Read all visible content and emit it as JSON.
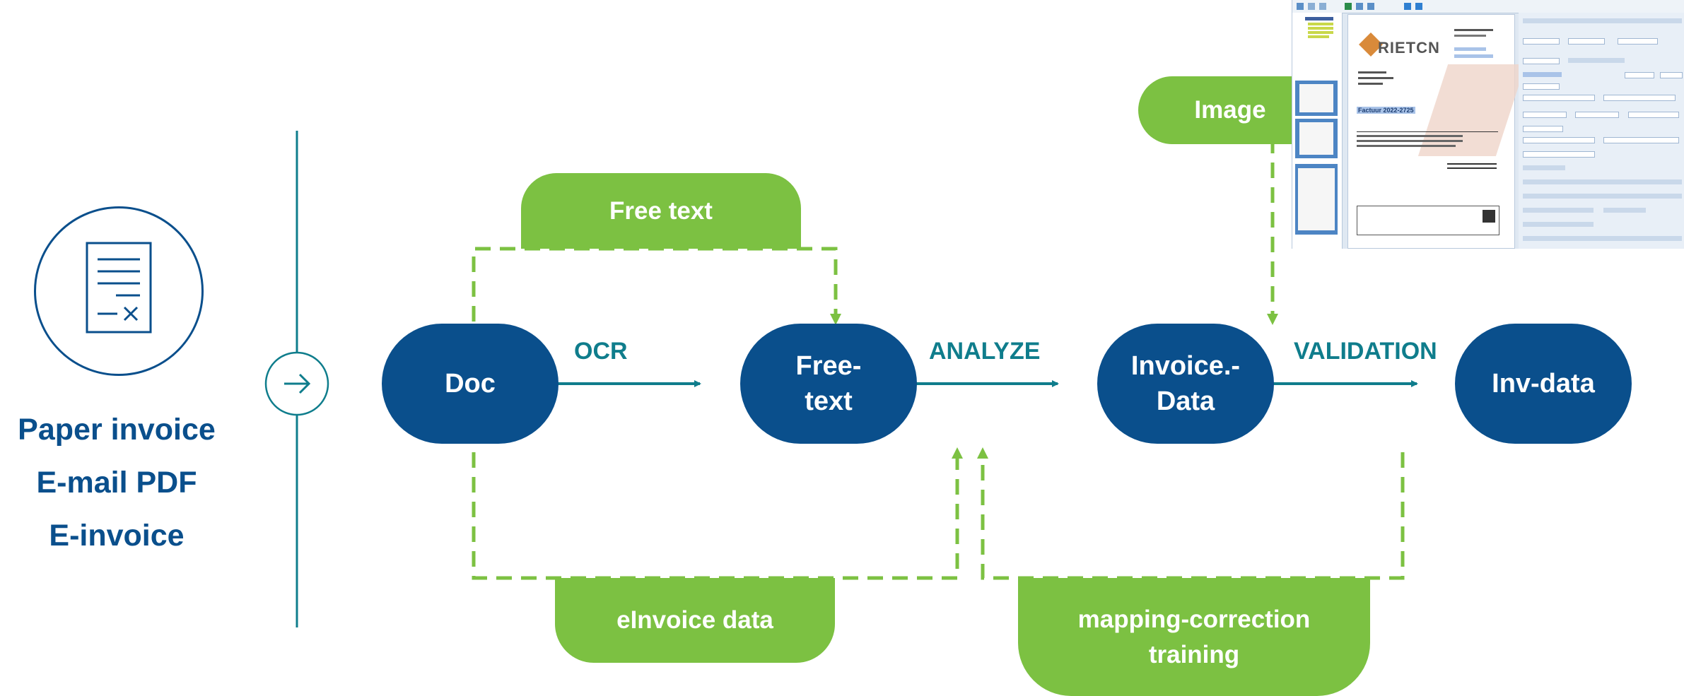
{
  "inputs": [
    "Paper invoice",
    "E-mail PDF",
    "E-invoice"
  ],
  "nodes": {
    "doc": "Doc",
    "freetext": "Free-\ntext",
    "invoice_data": "Invoice.-\nData",
    "inv_data": "Inv-data"
  },
  "edge_labels": {
    "ocr": "OCR",
    "analyze": "ANALYZE",
    "validation": "VALIDATION"
  },
  "sources": {
    "free_text": "Free text",
    "image": "Image",
    "einvoice_data": "eInvoice data",
    "mapping": "mapping-correction\ntraining"
  },
  "screenshot": {
    "brand": "RIETCN",
    "invoice_title": "Factuur 2022-2725"
  },
  "colors": {
    "node": "#0a4f8c",
    "edge_label": "#0f7d8c",
    "arrow": "#0f7d8c",
    "source": "#7cc142"
  }
}
